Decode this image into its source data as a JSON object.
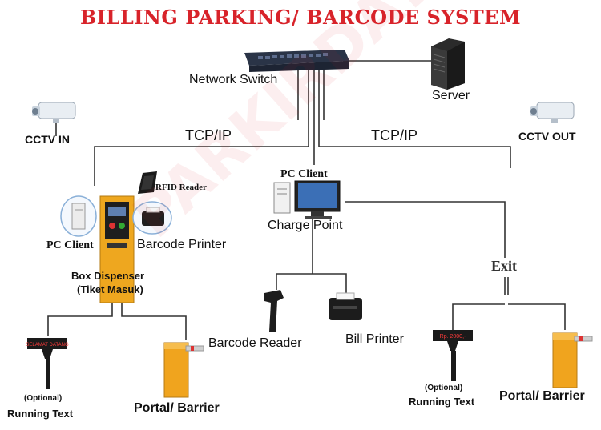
{
  "title": "BILLING PARKING/ BARCODE SYSTEM",
  "watermark": "PARKIRDATA",
  "labels": {
    "network_switch": "Network Switch",
    "server": "Server",
    "cctv_in": "CCTV IN",
    "cctv_out": "CCTV OUT",
    "tcpip_left": "TCP/IP",
    "tcpip_right": "TCP/IP",
    "pc_client_center": "PC Client",
    "charge_point": "Charge Point",
    "rfid_reader": "RFID Reader",
    "pc_client_left": "PC Client",
    "barcode_printer": "Barcode Printer",
    "box_dispenser_1": "Box Dispenser",
    "box_dispenser_2": "(Tiket Masuk)",
    "exit": "Exit",
    "barcode_reader": "Barcode Reader",
    "bill_printer": "Bill Printer",
    "optional_left": "(Optional)",
    "running_text_left": "Running Text",
    "portal_left": "Portal/ Barrier",
    "optional_right": "(Optional)",
    "running_text_right": "Running Text",
    "portal_right": "Portal/ Barrier"
  },
  "signs": {
    "left_sign_text": "SELAMAT DATANG",
    "right_sign_text": "Rp. 2000,-"
  },
  "colors": {
    "title": "#d8232a",
    "barrier": "#f0a41e",
    "line": "#333333"
  }
}
